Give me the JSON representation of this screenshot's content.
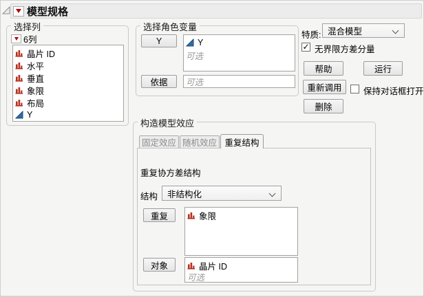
{
  "header": {
    "title": "模型规格"
  },
  "select_columns": {
    "legend": "选择列",
    "count_label": "6列",
    "columns": [
      {
        "name": "晶片 ID",
        "type": "nominal"
      },
      {
        "name": "水平",
        "type": "nominal"
      },
      {
        "name": "垂直",
        "type": "nominal"
      },
      {
        "name": "象限",
        "type": "nominal"
      },
      {
        "name": "布局",
        "type": "nominal"
      },
      {
        "name": "Y",
        "type": "continuous"
      }
    ]
  },
  "roles": {
    "legend": "选择角色变量",
    "y_button": "Y",
    "y_items": [
      {
        "name": "Y",
        "type": "continuous"
      }
    ],
    "y_placeholder": "可选",
    "by_button": "依据",
    "by_placeholder": "可选"
  },
  "personality": {
    "label": "特质:",
    "value": "混合模型",
    "unbounded": {
      "label": "无界限方差分量",
      "checked": true,
      "mark": "✓"
    },
    "help_button": "帮助",
    "run_button": "运行",
    "recall_button": "重新调用",
    "keep_open": {
      "label": "保持对话框打开",
      "checked": false,
      "mark": ""
    },
    "remove_button": "删除"
  },
  "effects": {
    "legend": "构造模型效应",
    "tabs": [
      "固定效应",
      "随机效应",
      "重复结构"
    ],
    "active_tab": "重复结构",
    "covariance_title": "重复协方差结构",
    "structure_label": "结构",
    "structure_value": "非结构化",
    "repeated_button": "重复",
    "repeated_items": [
      {
        "name": "象限",
        "type": "nominal"
      }
    ],
    "subject_button": "对象",
    "subject_items": [
      {
        "name": "晶片 ID",
        "type": "nominal"
      }
    ],
    "subject_placeholder": "可选"
  },
  "colors": {
    "accent_red": "#b5301e",
    "triangle_red": "#b40000",
    "continuous_blue": "#2e6da4"
  }
}
